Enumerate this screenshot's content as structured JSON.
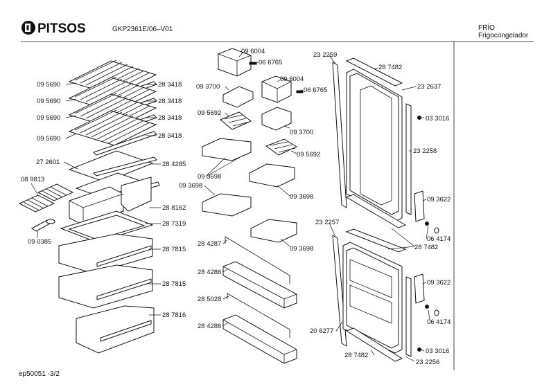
{
  "header": {
    "brand": "PITSOS",
    "model": "GKP2361E/06–V01",
    "category": "FRÍO",
    "subcategory": "Frigocongelador"
  },
  "footer": {
    "page_ref": "ep50051  -3/2"
  },
  "labels": [
    {
      "key": "l01",
      "text": "09 5690"
    },
    {
      "key": "l02",
      "text": "09 5690"
    },
    {
      "key": "l03",
      "text": "09 5690"
    },
    {
      "key": "l04",
      "text": "09 5690"
    },
    {
      "key": "l05",
      "text": "28 3418"
    },
    {
      "key": "l06",
      "text": "28 3418"
    },
    {
      "key": "l07",
      "text": "28 3418"
    },
    {
      "key": "l08",
      "text": "28 3418"
    },
    {
      "key": "l09",
      "text": "27 2601"
    },
    {
      "key": "l10",
      "text": "28 4285"
    },
    {
      "key": "l11",
      "text": "08 9813"
    },
    {
      "key": "l12",
      "text": "28 8162"
    },
    {
      "key": "l13",
      "text": "28 7319"
    },
    {
      "key": "l14",
      "text": "09 0385"
    },
    {
      "key": "l15",
      "text": "28 7815"
    },
    {
      "key": "l16",
      "text": "28 7815"
    },
    {
      "key": "l17",
      "text": "28 7816"
    },
    {
      "key": "l18",
      "text": "09 6004"
    },
    {
      "key": "l19",
      "text": "06 6765"
    },
    {
      "key": "l20",
      "text": "09 6004"
    },
    {
      "key": "l21",
      "text": "06 6765"
    },
    {
      "key": "l22",
      "text": "09 3700"
    },
    {
      "key": "l23",
      "text": "09 5692"
    },
    {
      "key": "l24",
      "text": "09 3700"
    },
    {
      "key": "l25",
      "text": "09 5692"
    },
    {
      "key": "l26",
      "text": "09 3698"
    },
    {
      "key": "l27",
      "text": "09 3698"
    },
    {
      "key": "l28",
      "text": "09 3698"
    },
    {
      "key": "l29",
      "text": "09 3698"
    },
    {
      "key": "l30",
      "text": "28 4287"
    },
    {
      "key": "l31",
      "text": "28 4286"
    },
    {
      "key": "l32",
      "text": "28 5028"
    },
    {
      "key": "l33",
      "text": "28 4286"
    },
    {
      "key": "l34",
      "text": "23 2259"
    },
    {
      "key": "l35",
      "text": "28 7482"
    },
    {
      "key": "l36",
      "text": "23 2637"
    },
    {
      "key": "l37",
      "text": "03 3016"
    },
    {
      "key": "l38",
      "text": "23 2258"
    },
    {
      "key": "l39",
      "text": "09 3622"
    },
    {
      "key": "l40",
      "text": "06 4174"
    },
    {
      "key": "l41",
      "text": "23 2257"
    },
    {
      "key": "l42",
      "text": "28 7482"
    },
    {
      "key": "l43",
      "text": "09 3622"
    },
    {
      "key": "l44",
      "text": "06 4174"
    },
    {
      "key": "l45",
      "text": "20 6277"
    },
    {
      "key": "l46",
      "text": "03 3016"
    },
    {
      "key": "l47",
      "text": "28 7482"
    },
    {
      "key": "l48",
      "text": "23 2256"
    }
  ]
}
